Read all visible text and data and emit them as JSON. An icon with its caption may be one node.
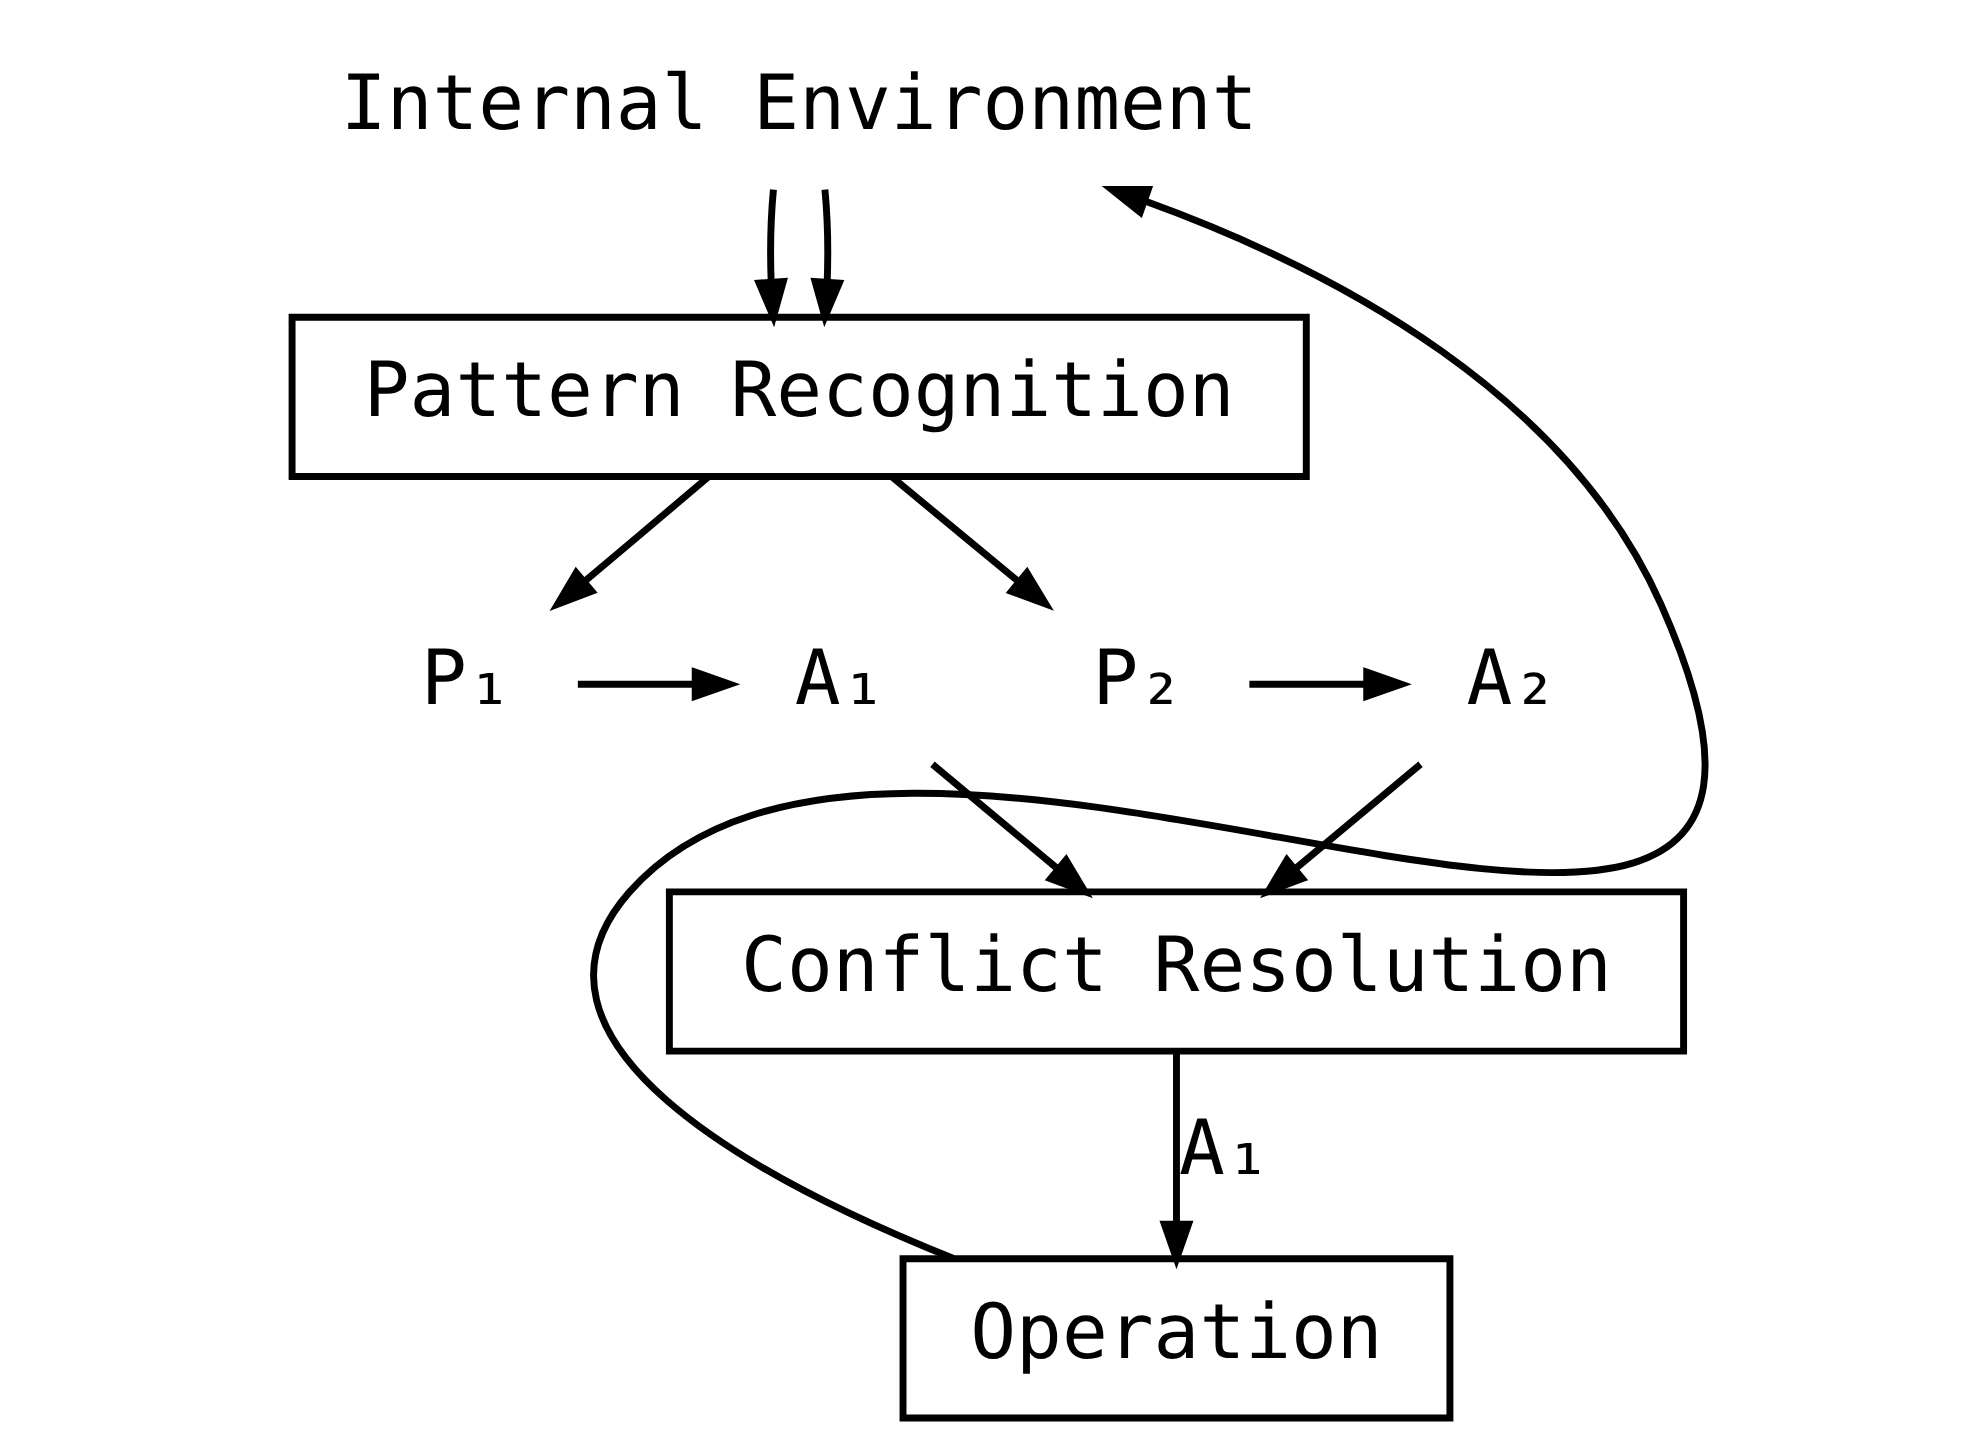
{
  "diagram": {
    "nodes": [
      {
        "text": [
          "Internal Environment"
        ]
      },
      {
        "text": [
          "Pattern Recognition"
        ]
      },
      {
        "text": [
          "P₁"
        ]
      },
      {
        "text": [
          "A₁"
        ]
      },
      {
        "text": [
          "P₂"
        ]
      },
      {
        "text": [
          "A₂"
        ]
      },
      {
        "text": [
          "Conflict Resolution"
        ]
      },
      {
        "text": [
          "Operation"
        ]
      }
    ],
    "edges": [
      {
        "from": 0,
        "to": 1,
        "arrow": "to"
      },
      {
        "from": 0,
        "to": 1,
        "arrow": "to"
      },
      {
        "from": 1,
        "to": 2,
        "arrow": "to"
      },
      {
        "from": 2,
        "to": 3,
        "arrow": "to"
      },
      {
        "from": 1,
        "to": 4,
        "arrow": "to"
      },
      {
        "from": 4,
        "to": 5,
        "arrow": "to"
      },
      {
        "from": 3,
        "to": 6,
        "arrow": "to"
      },
      {
        "from": 5,
        "to": 6,
        "arrow": "to"
      },
      {
        "from": 6,
        "to": 7,
        "arrow": "to",
        "label": "A₁"
      },
      {
        "from": 7,
        "to": 0,
        "arrow": "to"
      }
    ]
  }
}
